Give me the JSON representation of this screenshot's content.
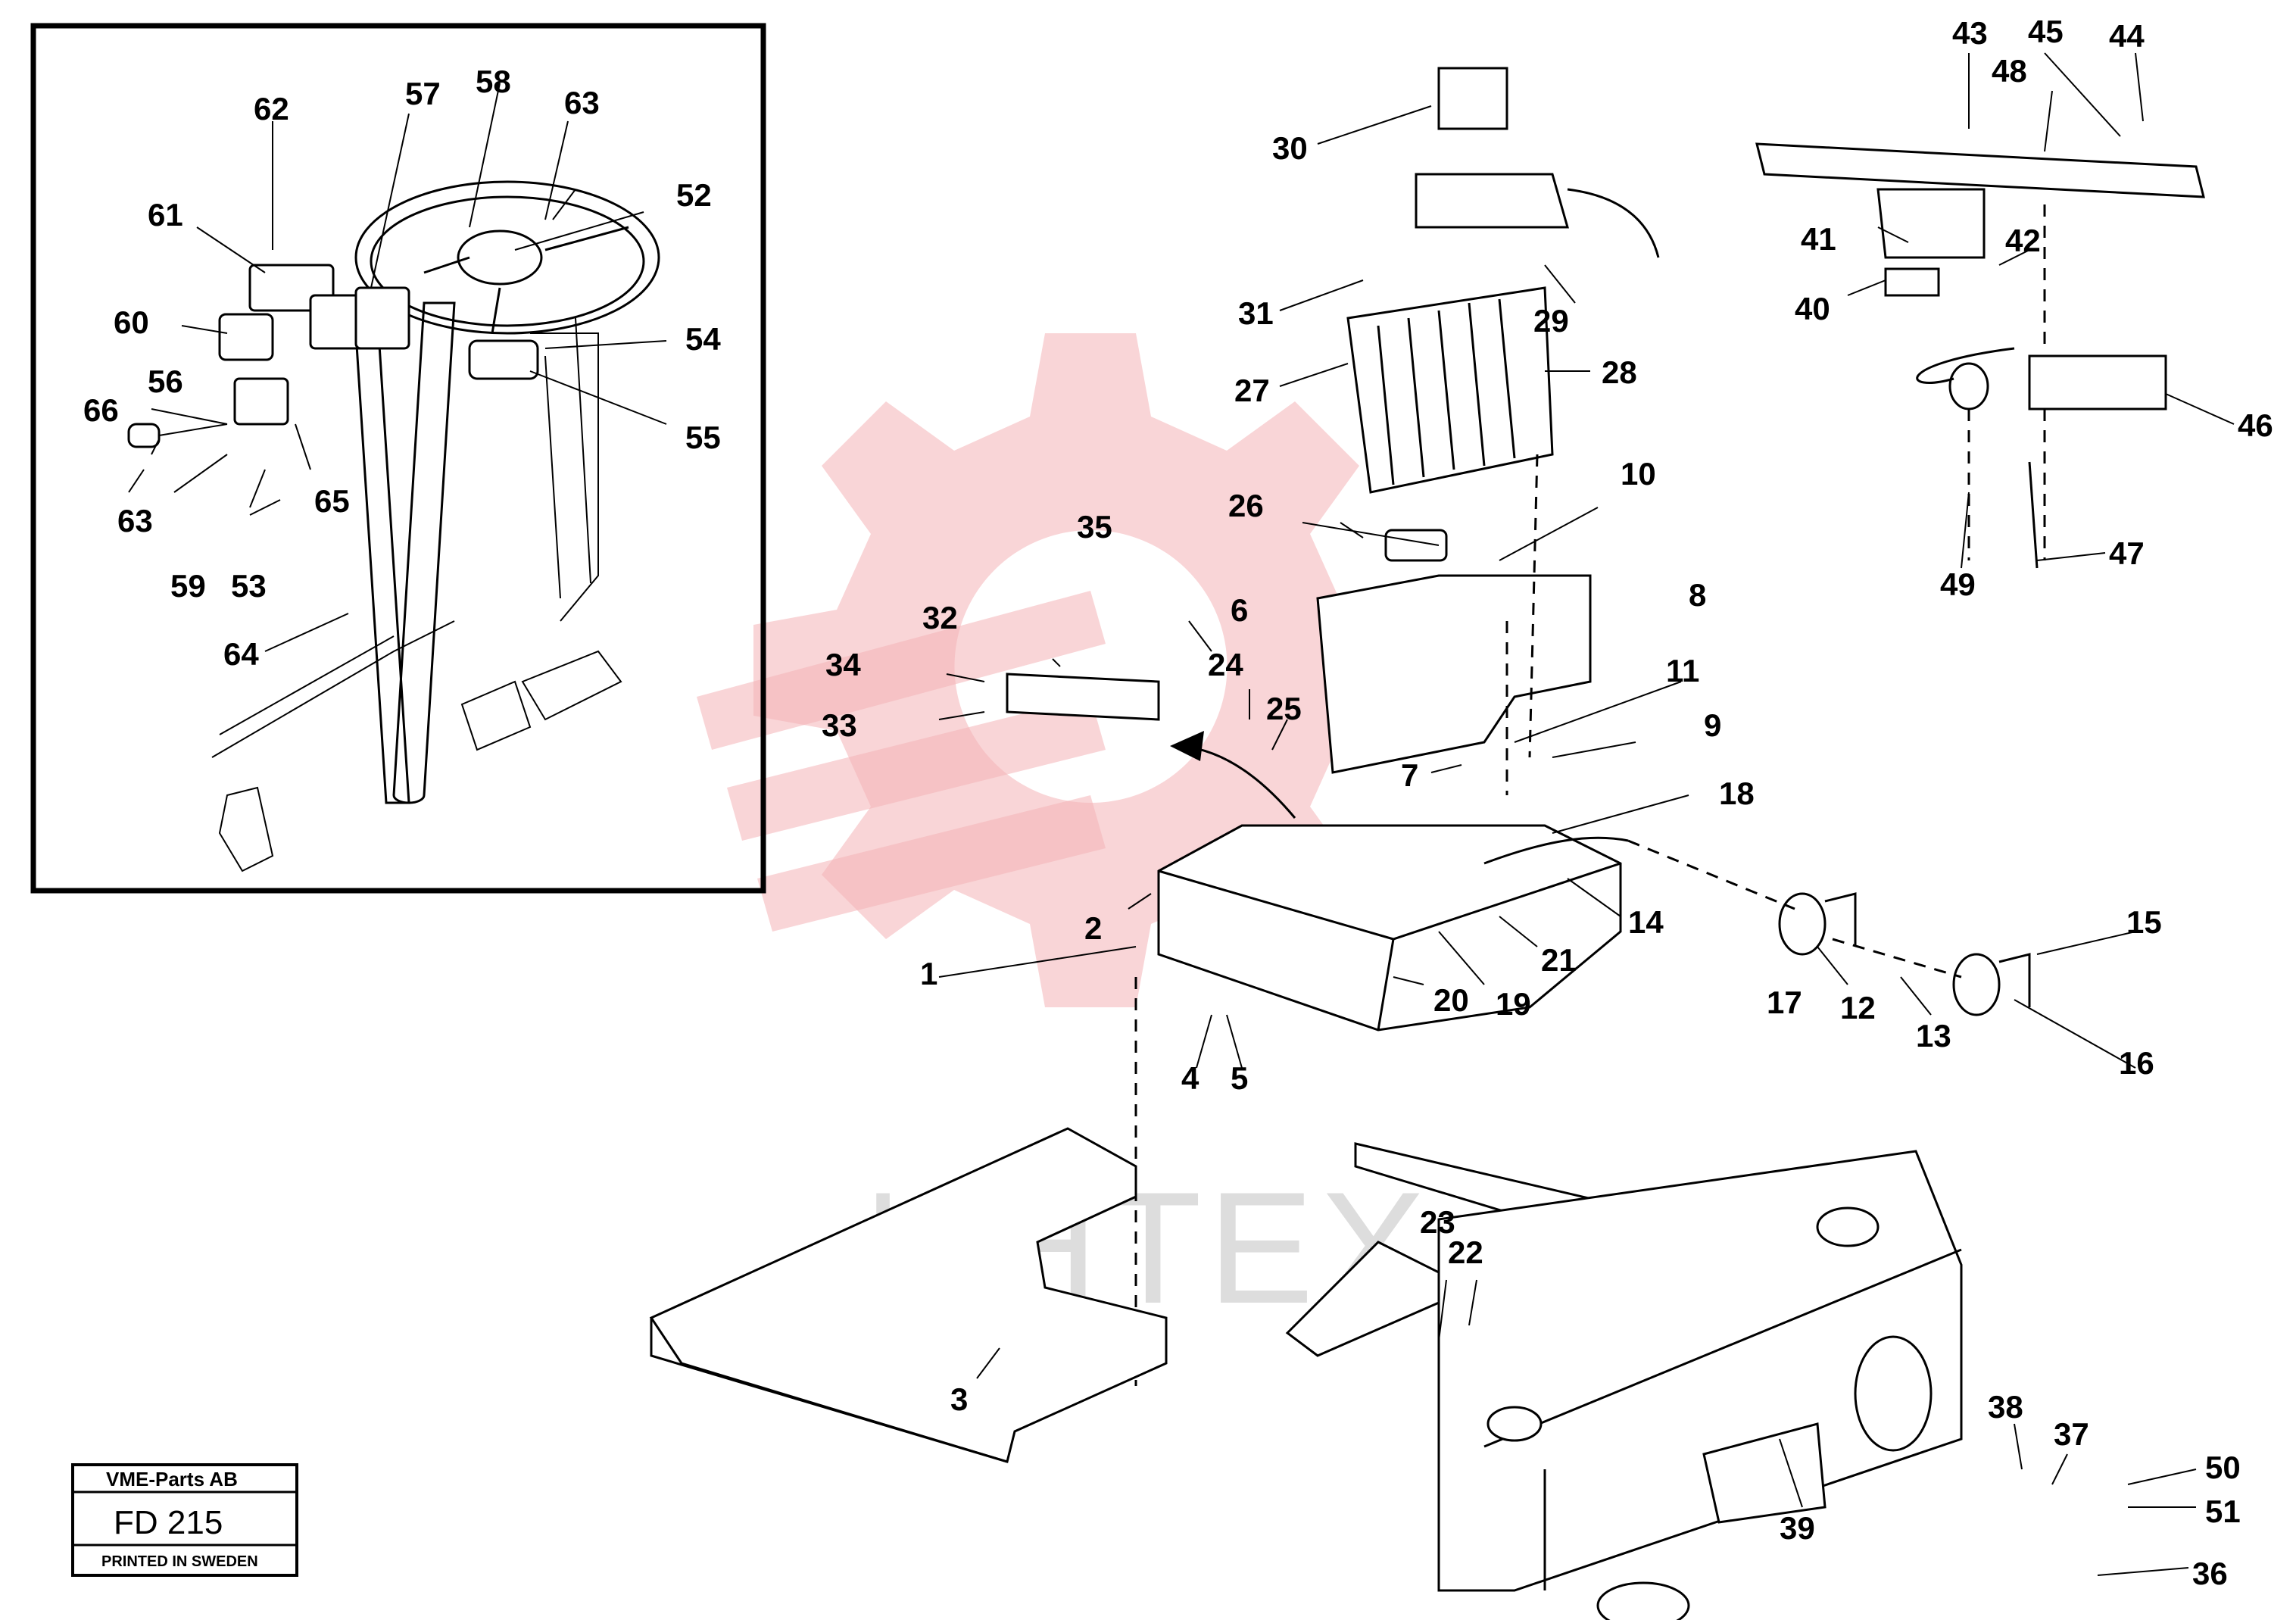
{
  "watermark": {
    "text": "ИНТЕХ",
    "color": "#e4363f"
  },
  "stamp": {
    "company": "VME-Parts AB",
    "code": "FD 215",
    "printed": "PRINTED IN SWEDEN"
  },
  "callouts": [
    {
      "id": "62",
      "text": "62"
    },
    {
      "id": "57",
      "text": "57"
    },
    {
      "id": "58",
      "text": "58"
    },
    {
      "id": "63a",
      "text": "63"
    },
    {
      "id": "61",
      "text": "61"
    },
    {
      "id": "52",
      "text": "52"
    },
    {
      "id": "60",
      "text": "60"
    },
    {
      "id": "54",
      "text": "54"
    },
    {
      "id": "56",
      "text": "56"
    },
    {
      "id": "66",
      "text": "66"
    },
    {
      "id": "55",
      "text": "55"
    },
    {
      "id": "65",
      "text": "65"
    },
    {
      "id": "63b",
      "text": "63"
    },
    {
      "id": "59",
      "text": "59"
    },
    {
      "id": "53",
      "text": "53"
    },
    {
      "id": "64",
      "text": "64"
    },
    {
      "id": "30",
      "text": "30"
    },
    {
      "id": "31",
      "text": "31"
    },
    {
      "id": "29",
      "text": "29"
    },
    {
      "id": "27",
      "text": "27"
    },
    {
      "id": "28",
      "text": "28"
    },
    {
      "id": "10",
      "text": "10"
    },
    {
      "id": "26",
      "text": "26"
    },
    {
      "id": "8",
      "text": "8"
    },
    {
      "id": "6",
      "text": "6"
    },
    {
      "id": "35",
      "text": "35"
    },
    {
      "id": "32",
      "text": "32"
    },
    {
      "id": "34",
      "text": "34"
    },
    {
      "id": "33",
      "text": "33"
    },
    {
      "id": "24",
      "text": "24"
    },
    {
      "id": "25",
      "text": "25"
    },
    {
      "id": "11",
      "text": "11"
    },
    {
      "id": "9",
      "text": "9"
    },
    {
      "id": "7",
      "text": "7"
    },
    {
      "id": "18",
      "text": "18"
    },
    {
      "id": "14",
      "text": "14"
    },
    {
      "id": "2",
      "text": "2"
    },
    {
      "id": "21",
      "text": "21"
    },
    {
      "id": "1",
      "text": "1"
    },
    {
      "id": "19",
      "text": "19"
    },
    {
      "id": "20",
      "text": "20"
    },
    {
      "id": "4",
      "text": "4"
    },
    {
      "id": "5",
      "text": "5"
    },
    {
      "id": "17",
      "text": "17"
    },
    {
      "id": "12",
      "text": "12"
    },
    {
      "id": "13",
      "text": "13"
    },
    {
      "id": "15",
      "text": "15"
    },
    {
      "id": "16",
      "text": "16"
    },
    {
      "id": "43",
      "text": "43"
    },
    {
      "id": "45",
      "text": "45"
    },
    {
      "id": "44",
      "text": "44"
    },
    {
      "id": "48",
      "text": "48"
    },
    {
      "id": "41",
      "text": "41"
    },
    {
      "id": "42",
      "text": "42"
    },
    {
      "id": "40",
      "text": "40"
    },
    {
      "id": "46",
      "text": "46"
    },
    {
      "id": "47",
      "text": "47"
    },
    {
      "id": "49",
      "text": "49"
    },
    {
      "id": "23",
      "text": "23"
    },
    {
      "id": "22",
      "text": "22"
    },
    {
      "id": "3",
      "text": "3"
    },
    {
      "id": "39",
      "text": "39"
    },
    {
      "id": "38",
      "text": "38"
    },
    {
      "id": "37",
      "text": "37"
    },
    {
      "id": "50",
      "text": "50"
    },
    {
      "id": "51",
      "text": "51"
    },
    {
      "id": "36",
      "text": "36"
    }
  ]
}
